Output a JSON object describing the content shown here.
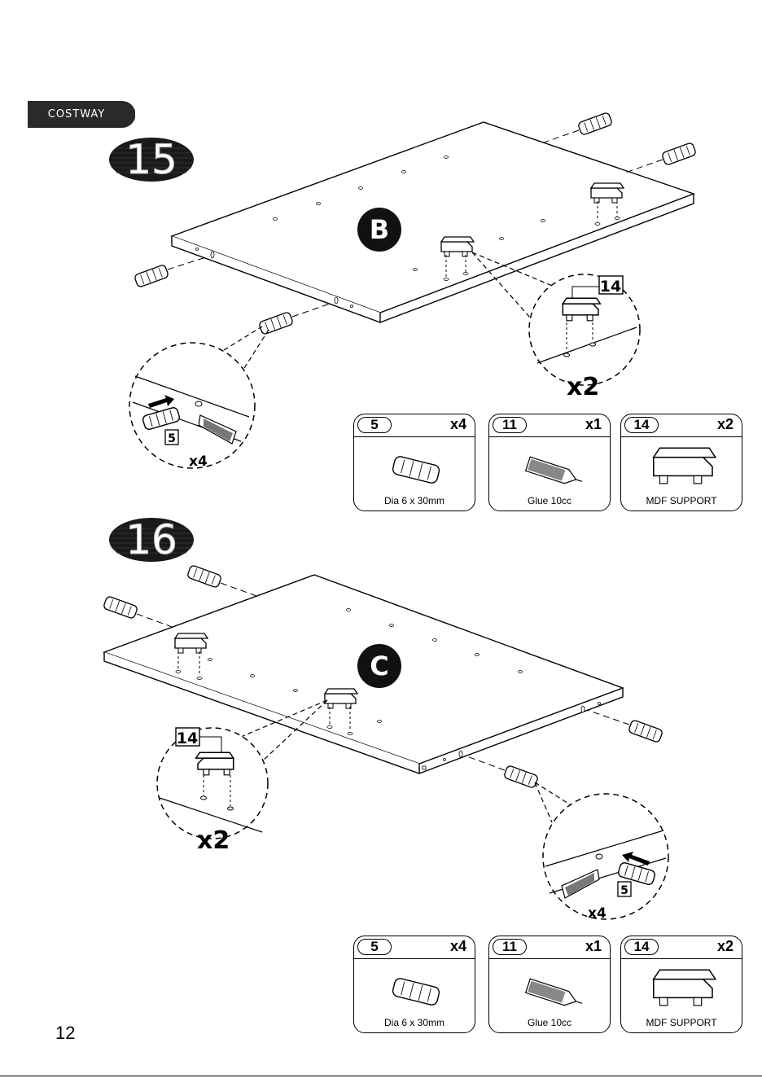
{
  "brand": {
    "name": "COSTWAY"
  },
  "page_number": "12",
  "steps": [
    {
      "number": "15",
      "panel_label": "B",
      "callouts": [
        {
          "part": "5",
          "qty": "x4"
        },
        {
          "part": "14",
          "qty": "x2"
        }
      ],
      "parts": [
        {
          "id": "5",
          "qty": "x4",
          "caption": "Dia 6 x 30mm"
        },
        {
          "id": "11",
          "qty": "x1",
          "caption": "Glue 10cc"
        },
        {
          "id": "14",
          "qty": "x2",
          "caption": "MDF SUPPORT"
        }
      ]
    },
    {
      "number": "16",
      "panel_label": "C",
      "callouts": [
        {
          "part": "14",
          "qty": "x2"
        },
        {
          "part": "5",
          "qty": "x4"
        }
      ],
      "parts": [
        {
          "id": "5",
          "qty": "x4",
          "caption": "Dia 6 x 30mm"
        },
        {
          "id": "11",
          "qty": "x1",
          "caption": "Glue 10cc"
        },
        {
          "id": "14",
          "qty": "x2",
          "caption": "MDF SUPPORT"
        }
      ]
    }
  ]
}
